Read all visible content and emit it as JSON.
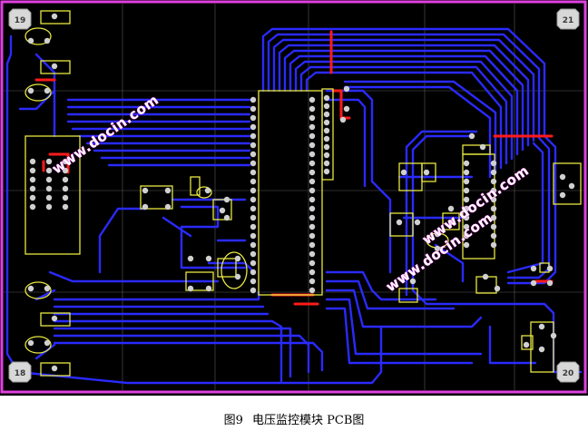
{
  "pcb": {
    "corner_labels": {
      "top_left": "19",
      "top_right": "21",
      "bottom_left": "18",
      "bottom_right": "20"
    },
    "watermarks": [
      "www.docin.com",
      "www.docin.com",
      "www.docin.com"
    ],
    "colors": {
      "background": "#000000",
      "border": "#e040e0",
      "trace_primary": "#2a2aff",
      "trace_secondary": "#ff1a1a",
      "silkscreen": "#e8e840",
      "pad": "#d0d0d0",
      "grid": "#5a5a5a"
    }
  },
  "caption": {
    "figure_no": "图9",
    "title": "电压监控模块 PCB图"
  }
}
